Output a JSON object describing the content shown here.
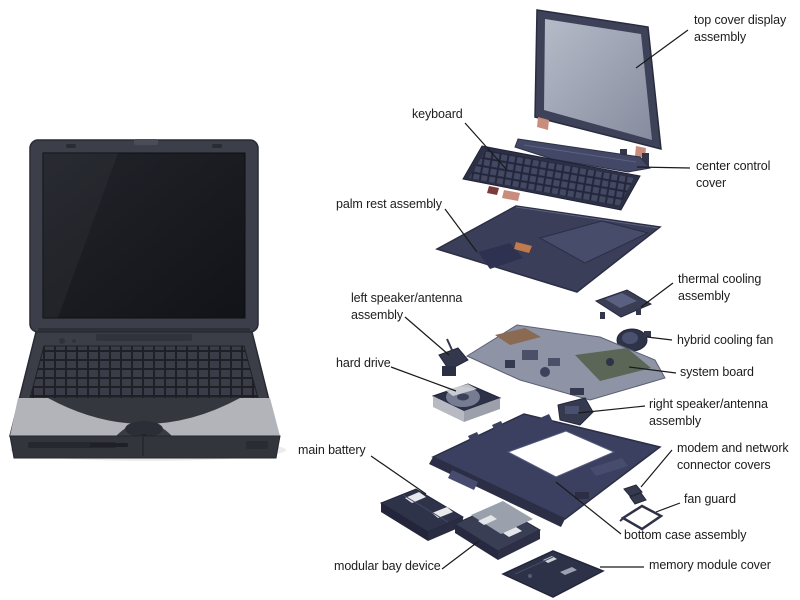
{
  "diagram": {
    "labels": [
      {
        "id": "top-cover-display-assembly",
        "text": "top cover display\nassembly"
      },
      {
        "id": "keyboard",
        "text": "keyboard"
      },
      {
        "id": "center-control-cover",
        "text": "center control\ncover"
      },
      {
        "id": "palm-rest-assembly",
        "text": "palm rest assembly"
      },
      {
        "id": "thermal-cooling-assembly",
        "text": "thermal cooling\nassembly"
      },
      {
        "id": "hybrid-cooling-fan",
        "text": "hybrid cooling fan"
      },
      {
        "id": "left-speaker-antenna-assembly",
        "text": "left speaker/antenna\nassembly"
      },
      {
        "id": "hard-drive",
        "text": "hard drive"
      },
      {
        "id": "system-board",
        "text": "system board"
      },
      {
        "id": "right-speaker-antenna-assembly",
        "text": "right speaker/antenna\nassembly"
      },
      {
        "id": "modem-network-connector-covers",
        "text": "modem and network\nconnector covers"
      },
      {
        "id": "fan-guard",
        "text": "fan guard"
      },
      {
        "id": "main-battery",
        "text": "main battery"
      },
      {
        "id": "bottom-case-assembly",
        "text": "bottom case assembly"
      },
      {
        "id": "modular-bay-device",
        "text": "modular bay device"
      },
      {
        "id": "memory-module-cover",
        "text": "memory module cover"
      }
    ],
    "colors": {
      "background": "#ffffff",
      "label_text": "#1c1c1c",
      "leader_line": "#1a1a1a",
      "part_navy": "#3b3f58",
      "board_gray": "#8e94a6",
      "screen_gray": "#a9aebd",
      "laptop_body": "#3b3e47",
      "palmrest_silver": "#b2b4ba",
      "hinge_salmon": "#c98d7e"
    }
  }
}
